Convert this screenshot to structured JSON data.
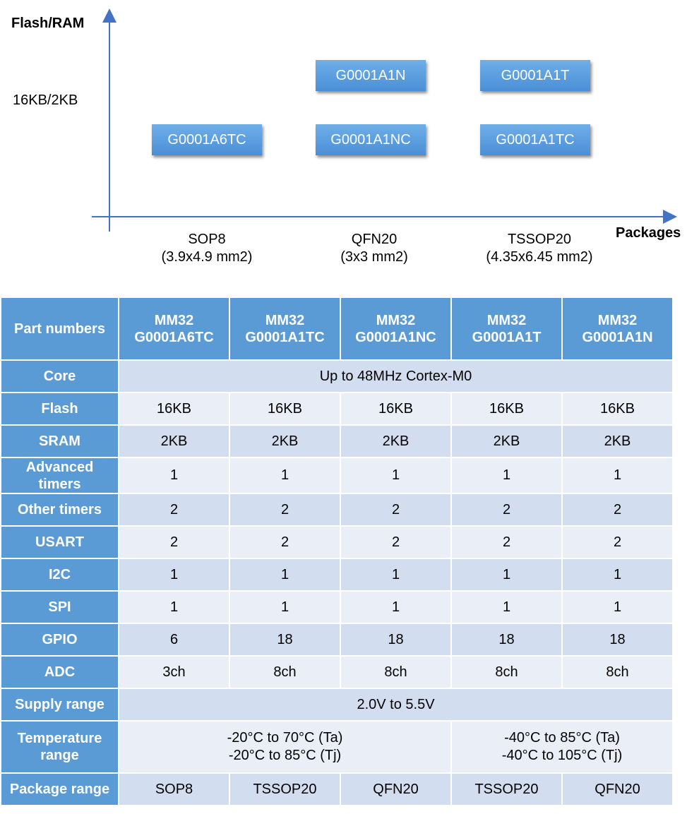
{
  "diagram": {
    "y_axis_label": "Flash/RAM",
    "x_axis_label": "Packages",
    "y_tick": "16KB/2KB",
    "packages": [
      {
        "name": "SOP8",
        "size": "(3.9x4.9 mm2)"
      },
      {
        "name": "QFN20",
        "size": "(3x3 mm2)"
      },
      {
        "name": "TSSOP20",
        "size": "(4.35x6.45 mm2)"
      }
    ],
    "parts": [
      {
        "label": "G0001A6TC"
      },
      {
        "label": "G0001A1N"
      },
      {
        "label": "G0001A1NC"
      },
      {
        "label": "G0001A1T"
      },
      {
        "label": "G0001A1TC"
      }
    ],
    "colors": {
      "axis": "#4472c4",
      "box": "#5b9bd5"
    }
  },
  "table": {
    "header_label": "Part numbers",
    "columns": [
      {
        "line1": "MM32",
        "line2": "G0001A6TC"
      },
      {
        "line1": "MM32",
        "line2": "G0001A1TC"
      },
      {
        "line1": "MM32",
        "line2": "G0001A1NC"
      },
      {
        "line1": "MM32",
        "line2": "G0001A1T"
      },
      {
        "line1": "MM32",
        "line2": "G0001A1N"
      }
    ],
    "rows": {
      "core": {
        "label": "Core",
        "value": "Up to 48MHz Cortex-M0"
      },
      "flash": {
        "label": "Flash",
        "values": [
          "16KB",
          "16KB",
          "16KB",
          "16KB",
          "16KB"
        ]
      },
      "sram": {
        "label": "SRAM",
        "values": [
          "2KB",
          "2KB",
          "2KB",
          "2KB",
          "2KB"
        ]
      },
      "advanced_timers": {
        "label_line1": "Advanced",
        "label_line2": "timers",
        "values": [
          "1",
          "1",
          "1",
          "1",
          "1"
        ]
      },
      "other_timers": {
        "label": "Other timers",
        "values": [
          "2",
          "2",
          "2",
          "2",
          "2"
        ]
      },
      "usart": {
        "label": "USART",
        "values": [
          "2",
          "2",
          "2",
          "2",
          "2"
        ]
      },
      "i2c": {
        "label": "I2C",
        "values": [
          "1",
          "1",
          "1",
          "1",
          "1"
        ]
      },
      "spi": {
        "label": "SPI",
        "values": [
          "1",
          "1",
          "1",
          "1",
          "1"
        ]
      },
      "gpio": {
        "label": "GPIO",
        "values": [
          "6",
          "18",
          "18",
          "18",
          "18"
        ]
      },
      "adc": {
        "label": "ADC",
        "values": [
          "3ch",
          "8ch",
          "8ch",
          "8ch",
          "8ch"
        ]
      },
      "supply": {
        "label": "Supply range",
        "value": "2.0V to 5.5V"
      },
      "temperature": {
        "label_line1": "Temperature",
        "label_line2": "range",
        "group1_line1": "-20°C to 70°C (Ta)",
        "group1_line2": "-20°C to 85°C (Tj)",
        "group2_line1": "-40°C to 85°C (Ta)",
        "group2_line2": "-40°C to 105°C (Tj)"
      },
      "package": {
        "label": "Package range",
        "values": [
          "SOP8",
          "TSSOP20",
          "QFN20",
          "TSSOP20",
          "QFN20"
        ]
      }
    },
    "colors": {
      "header": "#5b9bd5",
      "band_dark": "#d2ddef",
      "band_light": "#e9eef7"
    }
  }
}
